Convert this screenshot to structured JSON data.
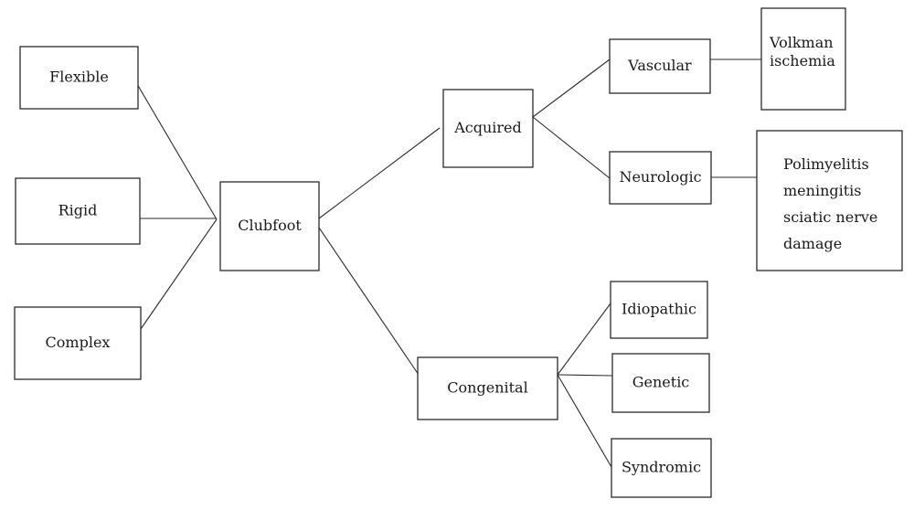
{
  "nodes": {
    "flexible": [
      "Flexible"
    ],
    "rigid": [
      "Rigid"
    ],
    "complex": [
      "Complex"
    ],
    "clubfoot": [
      "Clubfoot"
    ],
    "acquired": [
      "Acquired"
    ],
    "congenital": [
      "Congenital"
    ],
    "vascular": [
      "Vascular"
    ],
    "neurologic": [
      "Neurologic"
    ],
    "volkman": [
      "Volkman",
      "ischemia"
    ],
    "polio": [
      "Polimyelitis",
      "meningitis",
      "sciatic nerve",
      "damage"
    ],
    "idiopathic": [
      "Idiopathic"
    ],
    "genetic": [
      "Genetic"
    ],
    "syndromic": [
      "Syndromic"
    ]
  },
  "edges": [
    [
      "flexible",
      "clubfoot"
    ],
    [
      "rigid",
      "clubfoot"
    ],
    [
      "complex",
      "clubfoot"
    ],
    [
      "clubfoot",
      "acquired"
    ],
    [
      "clubfoot",
      "congenital"
    ],
    [
      "acquired",
      "vascular"
    ],
    [
      "acquired",
      "neurologic"
    ],
    [
      "vascular",
      "volkman"
    ],
    [
      "neurologic",
      "polio"
    ],
    [
      "congenital",
      "idiopathic"
    ],
    [
      "congenital",
      "genetic"
    ],
    [
      "congenital",
      "syndromic"
    ]
  ]
}
